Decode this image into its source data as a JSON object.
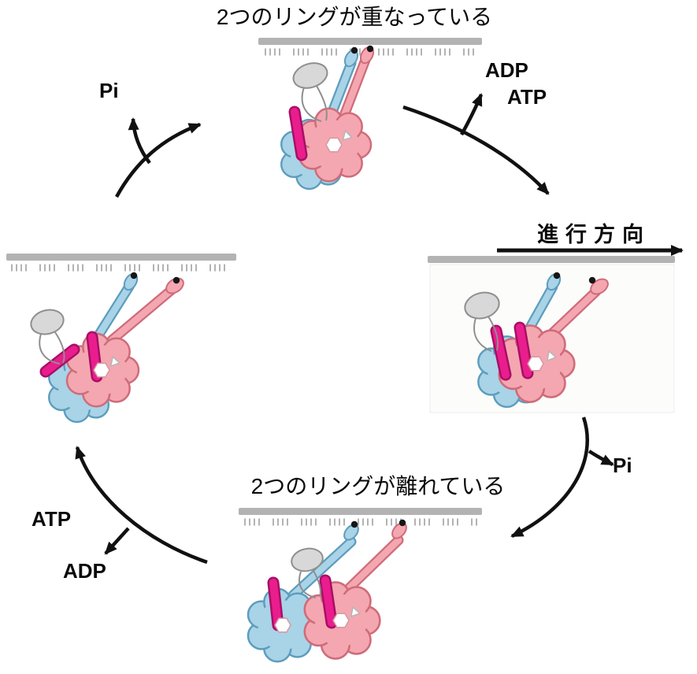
{
  "diagram": {
    "top_caption": "2つのリングが重なっている",
    "bottom_caption": "2つのリングが離れている",
    "direction_label": "進行方向",
    "cycle_labels": {
      "pi_upper_left": "Pi",
      "adp_upper_right": "ADP",
      "atp_upper_right": "ATP",
      "pi_lower_right": "Pi",
      "atp_lower_left": "ATP",
      "adp_lower_left": "ADP"
    },
    "colors": {
      "pink": "#f4a7b0",
      "pink_outline": "#cf6c7a",
      "blue": "#a9d3e7",
      "blue_outline": "#5c9dbd",
      "magenta": "#ea1d8d",
      "magenta_outline": "#a80f66",
      "gray_oval": "#d8d8d8",
      "gray_oval_outline": "#8f8f8f",
      "track": "#b3b3b3",
      "arrow": "#111111"
    }
  }
}
